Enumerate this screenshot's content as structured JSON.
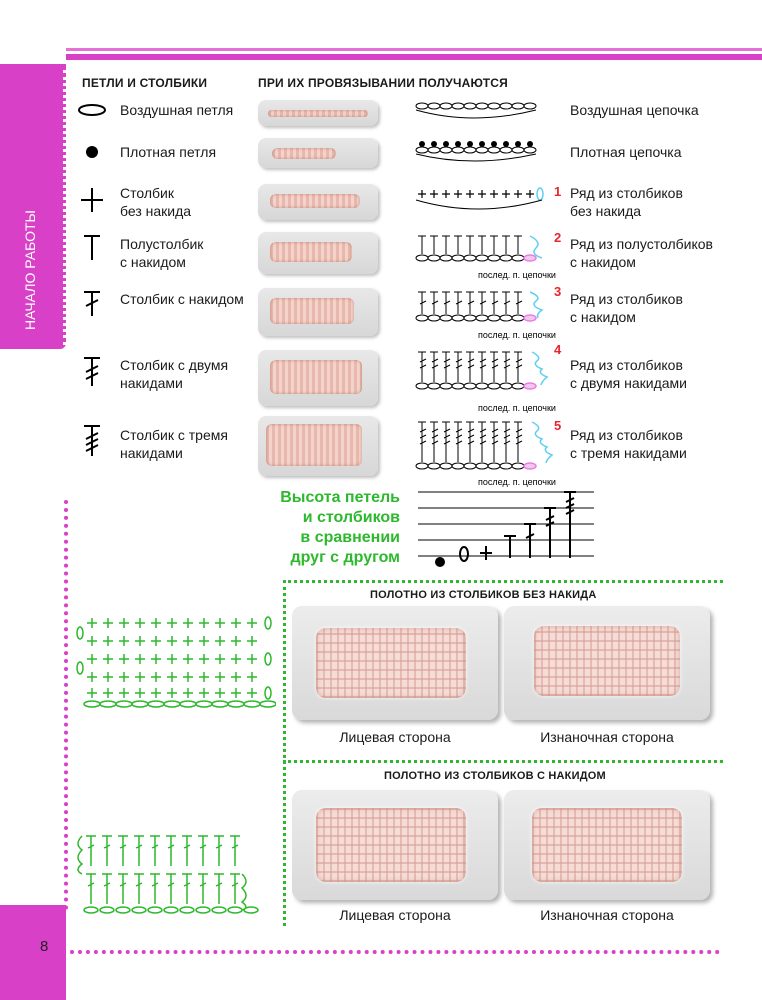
{
  "side_tab": "НАЧАЛО РАБОТЫ",
  "page_number": "8",
  "headers": {
    "left": "ПЕТЛИ И СТОЛБИКИ",
    "right": "ПРИ ИХ ПРОВЯЗЫВАНИИ ПОЛУЧАЮТСЯ"
  },
  "stitches": [
    {
      "symbol": "ellipse-icon",
      "name": "Воздушная петля",
      "result": "Воздушная цепочка"
    },
    {
      "symbol": "dot-icon",
      "name": "Плотная петля",
      "result": "Плотная цепочка"
    },
    {
      "symbol": "plus-icon",
      "name": "Столбик\nбез накида",
      "result": "Ряд из столбиков\nбез накида",
      "marker": "1"
    },
    {
      "symbol": "t-icon",
      "name": "Полустолбик\nс накидом",
      "result": "Ряд из полустолбиков\nс накидом",
      "marker": "2"
    },
    {
      "symbol": "t-one-slash-icon",
      "name": "Столбик с накидом",
      "result": "Ряд из столбиков\nс накидом",
      "marker": "3"
    },
    {
      "symbol": "t-two-slash-icon",
      "name": "Столбик с двумя\nнакидами",
      "result": "Ряд из столбиков\nс двумя накидами",
      "marker": "4"
    },
    {
      "symbol": "t-three-slash-icon",
      "name": "Столбик с тремя\nнакидами",
      "result": "Ряд из столбиков\nс тремя накидами",
      "marker": "5"
    }
  ],
  "chain_note": "послед. п. цепочки",
  "comparison_title": "Высота петель\nи столбиков\nв сравнении\nдруг с другом",
  "panels": [
    {
      "title": "ПОЛОТНО ИЗ СТОЛБИКОВ БЕЗ НАКИДА",
      "front": "Лицевая сторона",
      "back": "Изнаночная сторона"
    },
    {
      "title": "ПОЛОТНО ИЗ СТОЛБИКОВ С НАКИДОМ",
      "front": "Лицевая сторона",
      "back": "Изнаночная сторона"
    }
  ],
  "colors": {
    "accent": "#d940c8",
    "green": "#2db82d",
    "marker": "#e8262d",
    "chain_highlight": "#5fd0f0",
    "last_loop": "#e480e0"
  }
}
